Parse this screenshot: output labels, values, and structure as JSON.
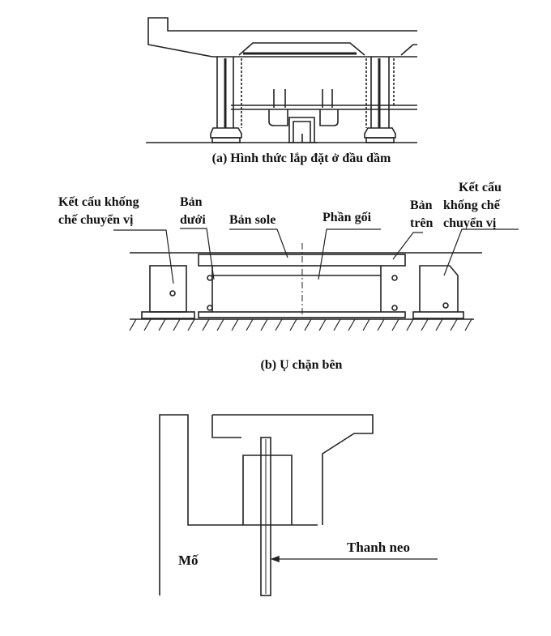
{
  "figure_a": {
    "caption": "(a) Hình thức lắp đặt ở đầu dầm"
  },
  "figure_b": {
    "caption": "(b) Ụ chặn bên",
    "labels": {
      "left_restraint_1": "Kết cấu khống",
      "left_restraint_2": "chế chuyển vị",
      "lower_plate_1": "Bản",
      "lower_plate_2": "dưới",
      "sole_plate": "Bản sole",
      "bearing": "Phần gối",
      "upper_plate_1": "Bản",
      "upper_plate_2": "trên",
      "right_restraint_1": "Kết cấu",
      "right_restraint_2": "khống chế",
      "right_restraint_3": "chuyển vị"
    }
  },
  "figure_c": {
    "abutment": "Mố",
    "anchor_bar": "Thanh neo"
  },
  "colors": {
    "line": "#222222",
    "background": "#ffffff"
  }
}
